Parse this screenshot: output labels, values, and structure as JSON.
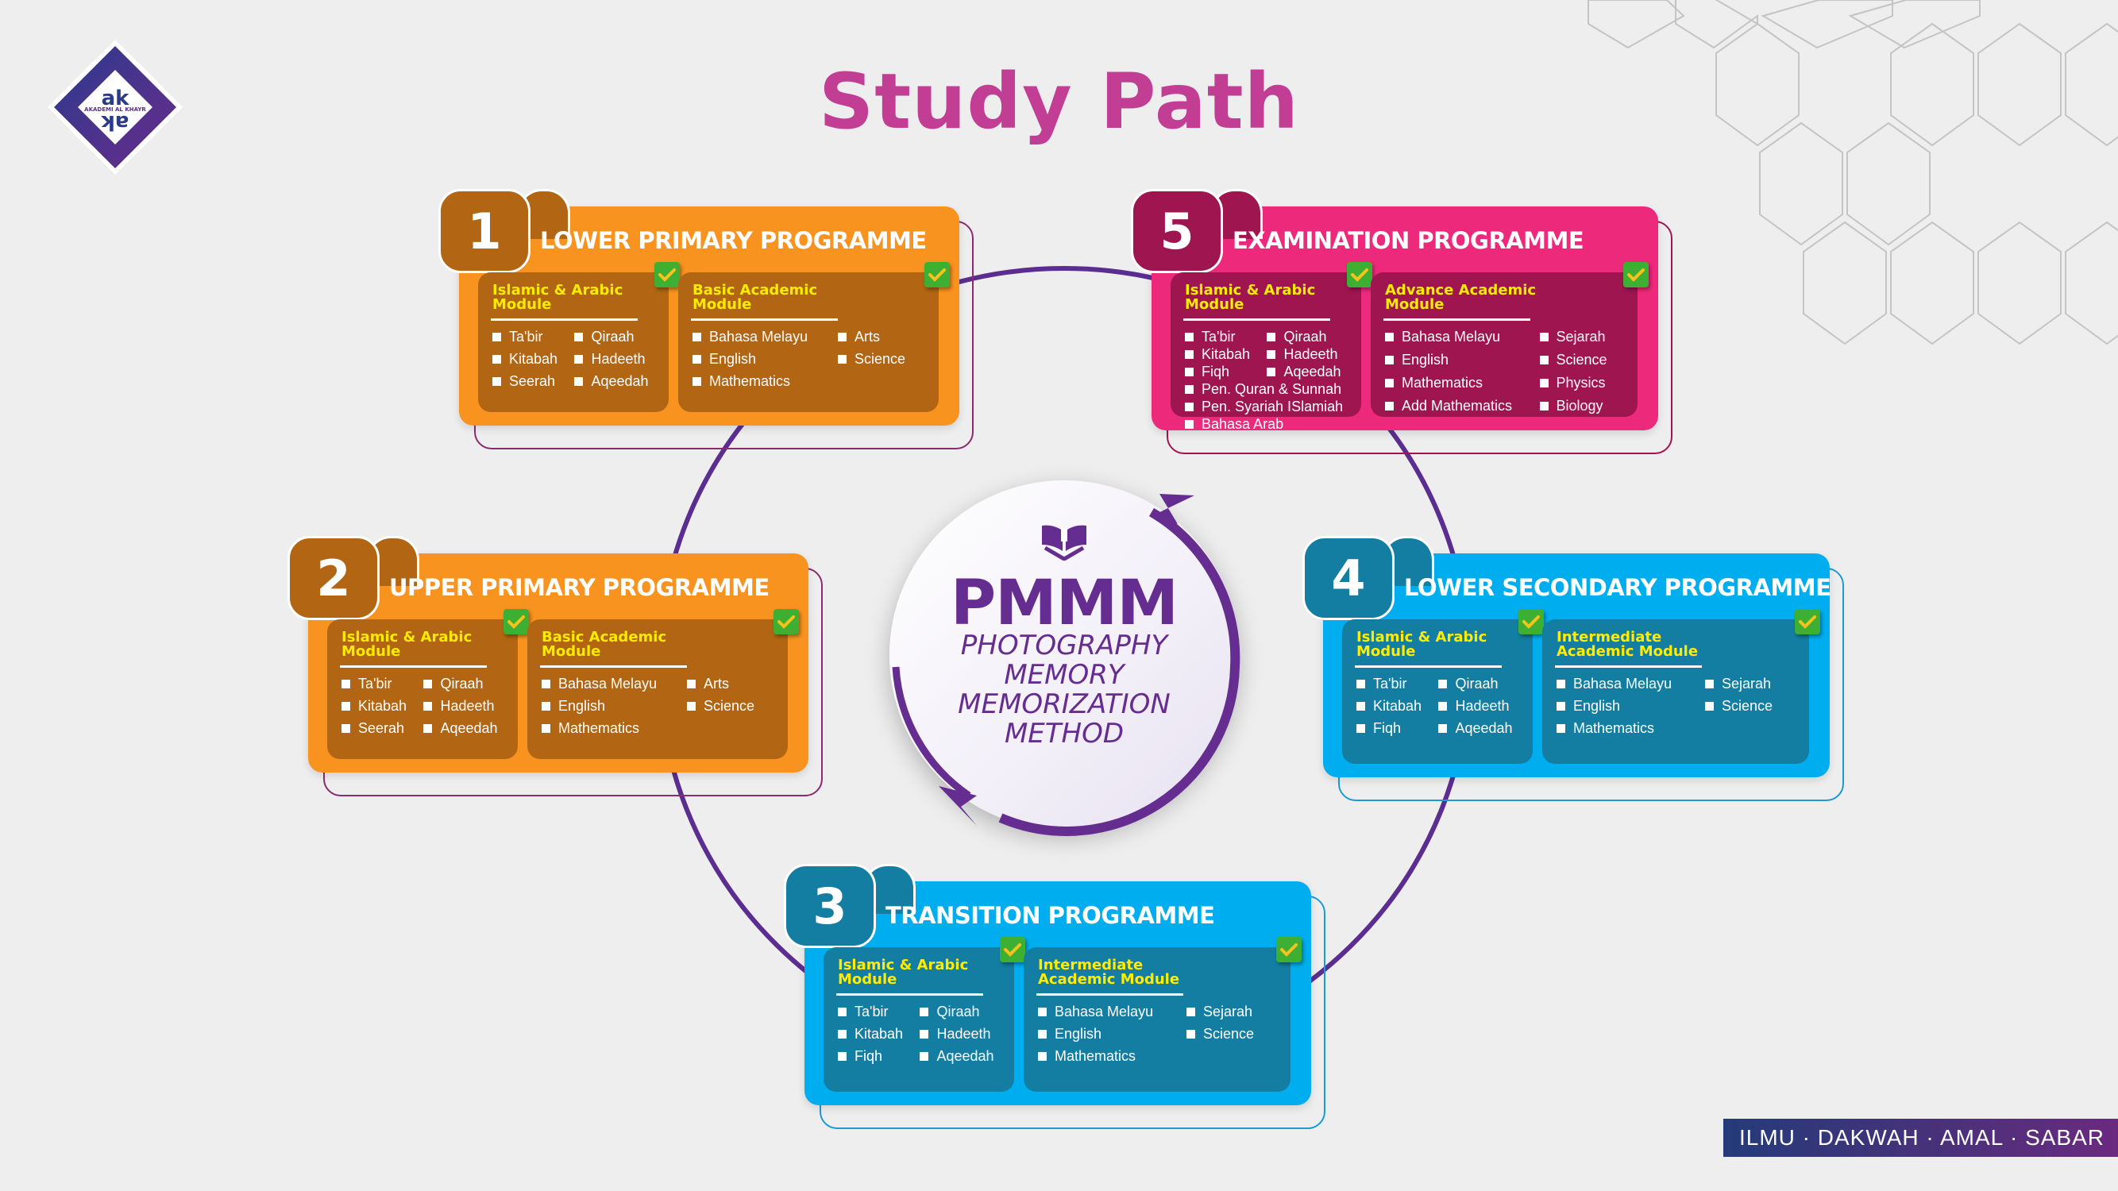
{
  "title": "Study Path",
  "logo": {
    "text": "AKADEMI AL KHAYR",
    "monogram": "ak"
  },
  "colors": {
    "title": "#c23d94",
    "purple": "#662d91",
    "orange_panel": "#f7931e",
    "orange_dark": "#b26512",
    "pink_panel": "#ec297b",
    "pink_dark": "#9e1550",
    "blue_panel": "#00aeef",
    "blue_dark": "#137ea1",
    "module_title": "#ffec00",
    "check_green": "#3db033"
  },
  "center": {
    "icon": "book-stand-icon",
    "acronym": "PMMM",
    "lines": [
      "PHOTOGRAPHY",
      "MEMORY",
      "MEMORIZATION",
      "METHOD"
    ]
  },
  "programmes": [
    {
      "number": "1",
      "title": "LOWER PRIMARY PROGRAMME",
      "theme": "orange",
      "modules": [
        {
          "title": "Islamic & Arabic Module",
          "items": [
            "Ta'bir",
            "Qiraah",
            "Kitabah",
            "Hadeeth",
            "Seerah",
            "Aqeedah"
          ]
        },
        {
          "title": "Basic Academic Module",
          "items": [
            "Bahasa Melayu",
            "Arts",
            "English",
            "Science",
            "Mathematics"
          ]
        }
      ]
    },
    {
      "number": "2",
      "title": "UPPER PRIMARY PROGRAMME",
      "theme": "orange",
      "modules": [
        {
          "title": "Islamic & Arabic Module",
          "items": [
            "Ta'bir",
            "Qiraah",
            "Kitabah",
            "Hadeeth",
            "Seerah",
            "Aqeedah"
          ]
        },
        {
          "title": "Basic Academic Module",
          "items": [
            "Bahasa Melayu",
            "Arts",
            "English",
            "Science",
            "Mathematics"
          ]
        }
      ]
    },
    {
      "number": "3",
      "title": "TRANSITION PROGRAMME",
      "theme": "blue",
      "modules": [
        {
          "title": "Islamic & Arabic Module",
          "items": [
            "Ta'bir",
            "Qiraah",
            "Kitabah",
            "Hadeeth",
            "Fiqh",
            "Aqeedah"
          ]
        },
        {
          "title": "Intermediate Academic Module",
          "items": [
            "Bahasa Melayu",
            "Sejarah",
            "English",
            "Science",
            "Mathematics"
          ]
        }
      ]
    },
    {
      "number": "4",
      "title": "LOWER SECONDARY PROGRAMME",
      "theme": "blue",
      "modules": [
        {
          "title": "Islamic & Arabic Module",
          "items": [
            "Ta'bir",
            "Qiraah",
            "Kitabah",
            "Hadeeth",
            "Fiqh",
            "Aqeedah"
          ]
        },
        {
          "title": "Intermediate Academic Module",
          "items": [
            "Bahasa Melayu",
            "Sejarah",
            "English",
            "Science",
            "Mathematics"
          ]
        }
      ]
    },
    {
      "number": "5",
      "title": "EXAMINATION  PROGRAMME",
      "theme": "pink",
      "modules": [
        {
          "title": "Islamic & Arabic Module",
          "items": [
            "Ta'bir",
            "Qiraah",
            "Kitabah",
            "Hadeeth",
            "Fiqh",
            "Aqeedah",
            "Pen. Quran & Sunnah",
            "Pen. Syariah ISlamiah",
            "Bahasa Arab"
          ]
        },
        {
          "title": "Advance Academic Module",
          "items": [
            "Bahasa Melayu",
            "Sejarah",
            "English",
            "Science",
            "Mathematics",
            "Physics",
            "Add Mathematics",
            "Biology"
          ]
        }
      ]
    }
  ],
  "tagline": "ILMU · DAKWAH · AMAL · SABAR"
}
